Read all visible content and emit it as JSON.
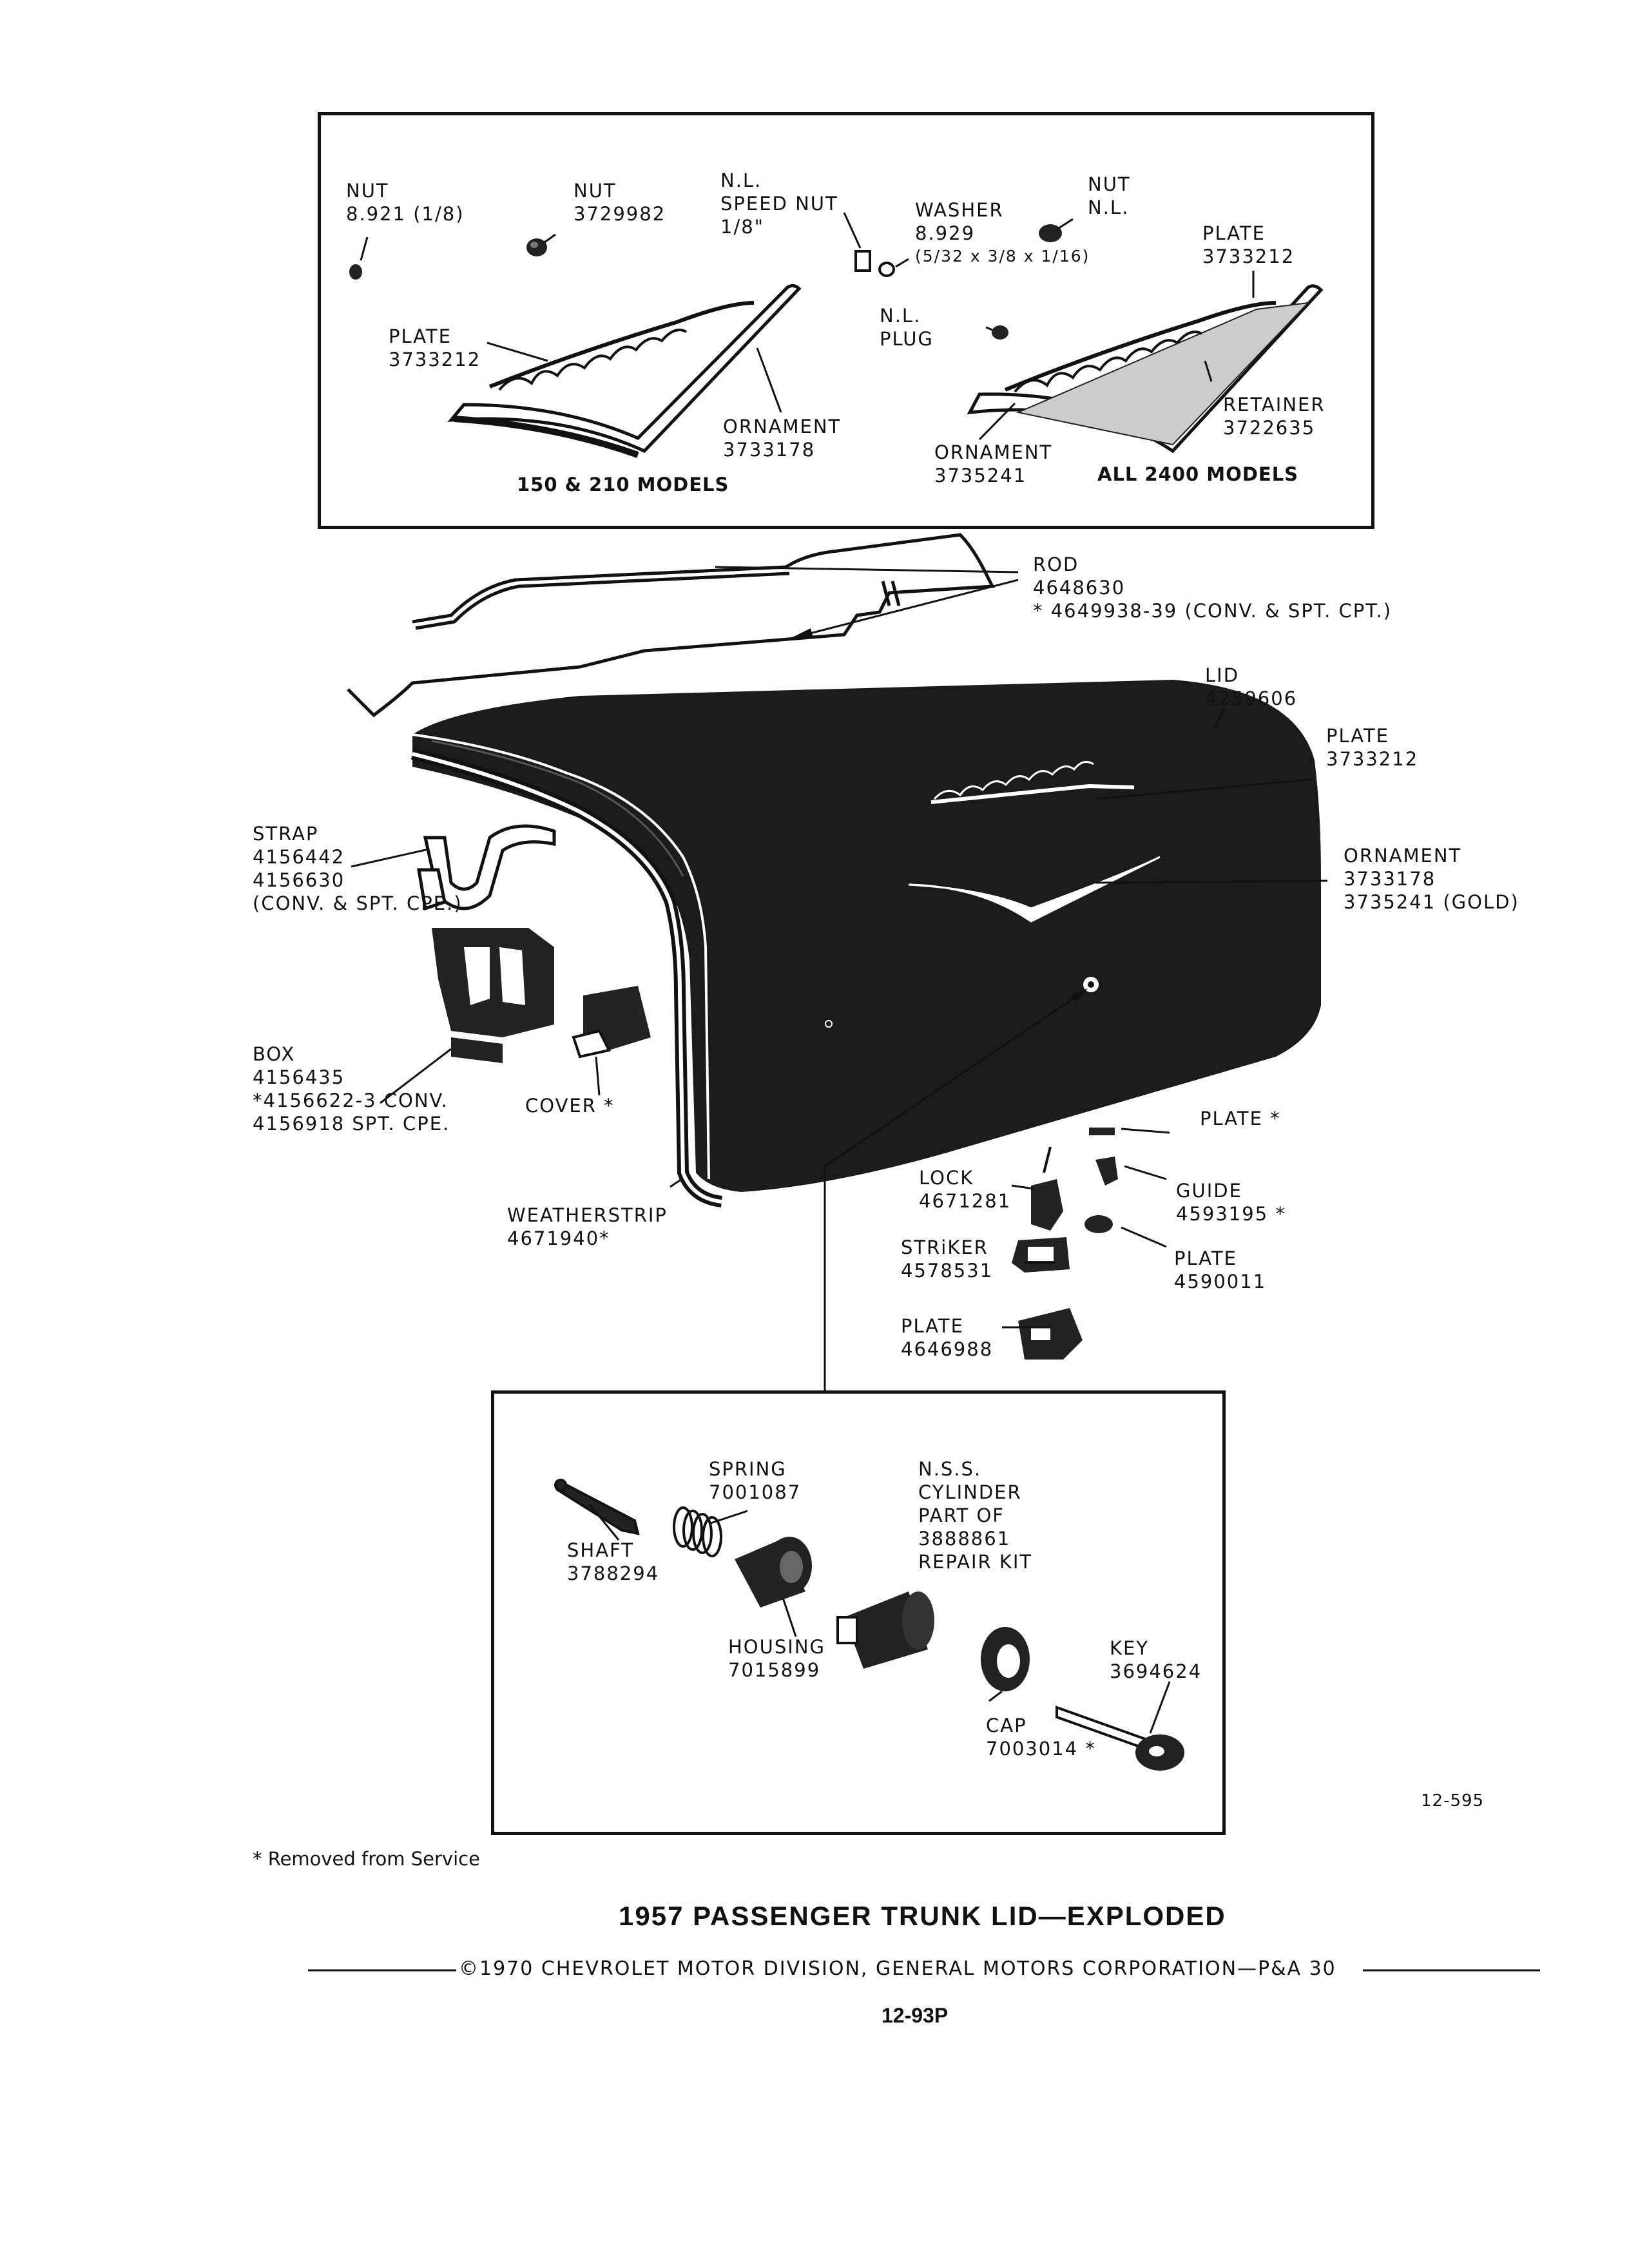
{
  "top_inset": {
    "nut_1": [
      "NUT",
      "8.921 (1/8)"
    ],
    "nut_2": [
      "NUT",
      "3729982"
    ],
    "speed_nut": [
      "N.L.",
      "SPEED NUT",
      "1/8\""
    ],
    "washer": [
      "WASHER",
      "8.929",
      "(5/32 x 3/8 x 1/16)"
    ],
    "nut_3": [
      "NUT",
      "N.L."
    ],
    "plate_right": [
      "PLATE",
      "3733212"
    ],
    "plate_left": [
      "PLATE",
      "3733212"
    ],
    "plug": [
      "N.L.",
      "PLUG"
    ],
    "retainer": [
      "RETAINER",
      "3722635"
    ],
    "ornament_left": [
      "ORNAMENT",
      "3733178"
    ],
    "ornament_right": [
      "ORNAMENT",
      "3735241"
    ],
    "models_left": "150 & 210 MODELS",
    "models_right": "ALL 2400 MODELS"
  },
  "main": {
    "rod": [
      "ROD",
      "4648630",
      "* 4649938-39 (CONV. & SPT. CPT.)"
    ],
    "lid": [
      "LID",
      "4259606"
    ],
    "plate_lid": [
      "PLATE",
      "3733212"
    ],
    "strap": [
      "STRAP",
      "4156442",
      "4156630",
      "(CONV. & SPT. CPE.)"
    ],
    "ornament": [
      "ORNAMENT",
      "3733178",
      "3735241 (GOLD)"
    ],
    "box": [
      "BOX",
      "4156435",
      "*4156622-3 CONV.",
      "4156918 SPT. CPE."
    ],
    "cover": "COVER *",
    "plate_star": "PLATE *",
    "lock": [
      "LOCK",
      "4671281"
    ],
    "guide": [
      "GUIDE",
      "4593195 *"
    ],
    "weatherstrip": [
      "WEATHERSTRIP",
      "4671940*"
    ],
    "striker": [
      "STRiKER",
      "4578531"
    ],
    "plate_4590011": [
      "PLATE",
      "4590011"
    ],
    "plate_4646988": [
      "PLATE",
      "4646988"
    ]
  },
  "lock_inset": {
    "spring": [
      "SPRING",
      "7001087"
    ],
    "cylinder": [
      "N.S.S.",
      "CYLINDER",
      "PART OF",
      "3888861",
      "REPAIR KIT"
    ],
    "shaft": [
      "SHAFT",
      "3788294"
    ],
    "housing": [
      "HOUSING",
      "7015899"
    ],
    "key": [
      "KEY",
      "3694624"
    ],
    "cap": [
      "CAP",
      "7003014 *"
    ]
  },
  "figure_number": "12-595",
  "footnote": "* Removed from Service",
  "title": "1957 PASSENGER TRUNK LID—EXPLODED",
  "copyright": "©1970 CHEVROLET MOTOR DIVISION, GENERAL MOTORS CORPORATION—P&A 30",
  "page_number": "12-93P"
}
